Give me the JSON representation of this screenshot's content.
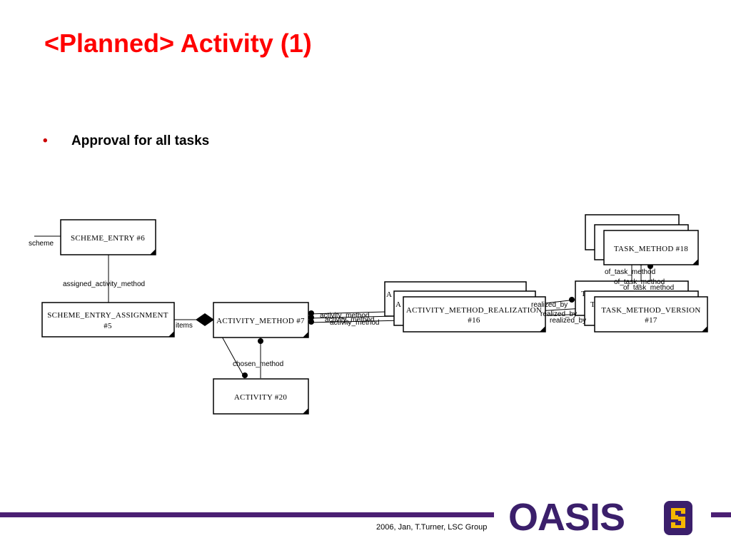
{
  "slide": {
    "title": "<Planned> Activity (1)",
    "bullet_marker": "•",
    "bullet_text": "Approval for all tasks"
  },
  "diagram": {
    "boxes": {
      "scheme_entry": "SCHEME_ENTRY #6",
      "scheme_entry_assignment_l1": "SCHEME_ENTRY_ASSIGNMENT",
      "scheme_entry_assignment_l2": "#5",
      "activity_method": "ACTIVITY_METHOD #7",
      "activity": "ACTIVITY #20",
      "activity_method_realization_l1": "ACTIVITY_METHOD_REALIZATION",
      "activity_method_realization_l2": "#16",
      "task_method": "TASK_METHOD #18",
      "task_method_version_l1": "TASK_METHOD_VERSION",
      "task_method_version_l2": "#17"
    },
    "labels": {
      "scheme": "scheme",
      "assigned_activity_method": "assigned_activity_method",
      "items": "items",
      "chosen_method": "chosen_method",
      "activity_method_1": "activity_method",
      "activity_method_2": "activity_method",
      "activity_method_3": "activity_method",
      "realized_by_1": "realized_by",
      "realized_by_2": "realized_by",
      "realized_by_3": "realized_by",
      "of_task_method_1": "of_task_method",
      "of_task_method_2": "of_task_method",
      "of_task_method_3": "of_task_method"
    }
  },
  "footer": {
    "text": "2006, Jan, T.Turner, LSC Group",
    "logo_text": "OASIS",
    "logo_icon": "oasis-mark-icon",
    "brand_color": "#3b1f6b",
    "accent_color": "#f5b800"
  }
}
